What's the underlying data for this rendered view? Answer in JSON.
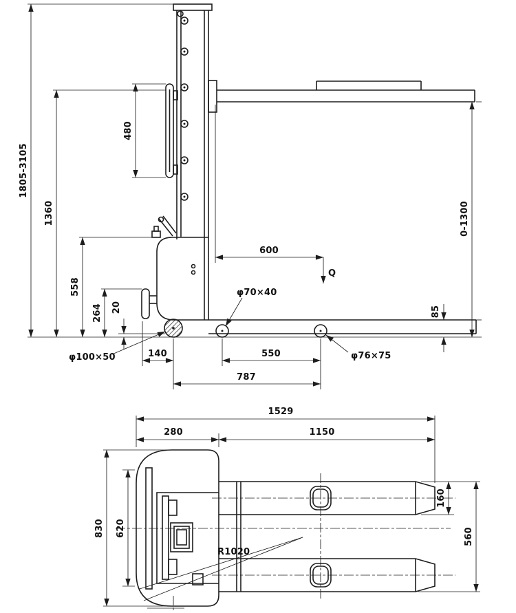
{
  "drawing": {
    "background": "#ffffff",
    "line_color": "#1d1d1d",
    "description": "pallet stacker two-view dimensional drawing"
  },
  "side_view": {
    "label": "side-elevation",
    "dims": {
      "overall_height": "1805-3105",
      "mast_height": "1360",
      "carriage_stroke": "480",
      "tiller_height": "558",
      "handle_height": "264",
      "ground_clearance": "20",
      "load_center": "600",
      "load_symbol": "Q",
      "lift_range": "0-1300",
      "leg_height": "85",
      "front_wheel": "φ70×40",
      "drive_wheel": "φ100×50",
      "rear_offset": "140",
      "roller_spacing": "550",
      "load_roller": "φ76×75",
      "wheelbase": "787"
    }
  },
  "top_view": {
    "label": "plan-view",
    "dims": {
      "overall_length": "1529",
      "body_length": "280",
      "fork_length": "1150",
      "overall_width": "830",
      "body_width": "620",
      "fork_width": "160",
      "fork_span": "560",
      "turning_radius": "R1020"
    }
  }
}
